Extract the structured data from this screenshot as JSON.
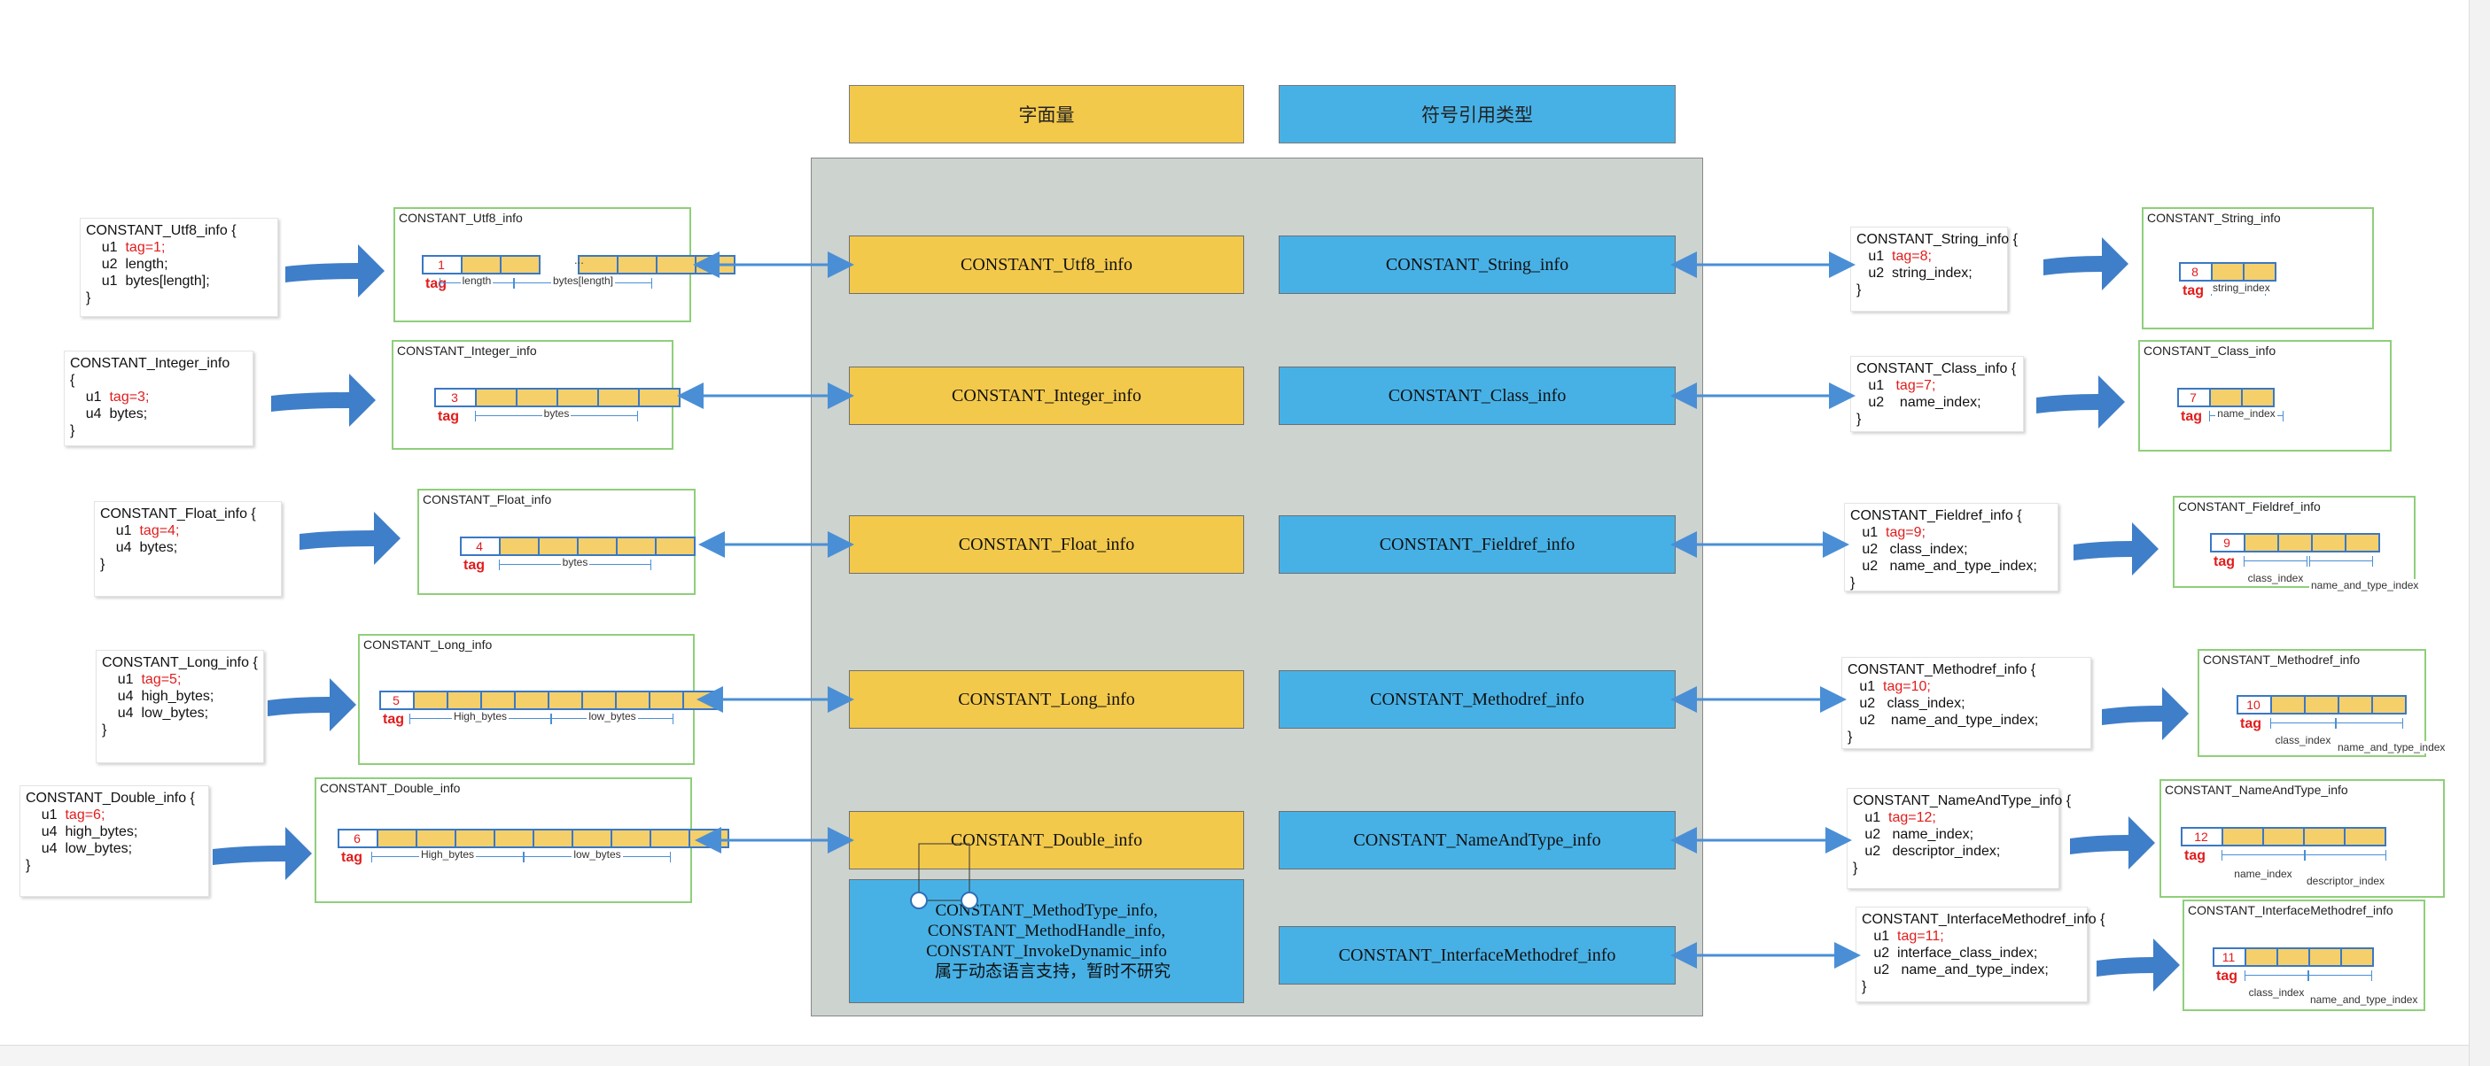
{
  "headers": {
    "literal": "字面量",
    "symbolic": "符号引用类型"
  },
  "center_left": [
    "CONSTANT_Utf8_info",
    "CONSTANT_Integer_info",
    "CONSTANT_Float_info",
    "CONSTANT_Long_info",
    "CONSTANT_Double_info"
  ],
  "center_left_multi": {
    "lines": [
      "CONSTANT_MethodType_info,",
      "CONSTANT_MethodHandle_info,",
      "CONSTANT_InvokeDynamic_info"
    ],
    "note": "属于动态语言支持，暂时不研究"
  },
  "center_right": [
    "CONSTANT_String_info",
    "CONSTANT_Class_info",
    "CONSTANT_Fieldref_info",
    "CONSTANT_Methodref_info",
    "CONSTANT_NameAndType_info",
    "CONSTANT_InterfaceMethodref_info"
  ],
  "colors": {
    "literal": "#f3c94c",
    "symbolic": "#47b1e6",
    "panel": "#cdd3ce",
    "tag_red": "#e21c1c",
    "arrow_blue": "#4a8fd6",
    "frame_green": "#8fcf7a"
  },
  "left_structs": [
    {
      "lines": [
        [
          "CONSTANT_Utf8_info {",
          ""
        ],
        [
          "    u1  ",
          "tag=1;"
        ],
        [
          "    u2  length;",
          ""
        ],
        [
          "    u1  bytes[length];",
          ""
        ],
        [
          "}",
          ""
        ]
      ]
    },
    {
      "lines": [
        [
          "CONSTANT_Integer_info",
          ""
        ],
        [
          "{",
          ""
        ],
        [
          "    u1  ",
          "tag=3;"
        ],
        [
          "    u4  bytes;",
          ""
        ],
        [
          "}",
          ""
        ]
      ]
    },
    {
      "lines": [
        [
          "CONSTANT_Float_info {",
          ""
        ],
        [
          "    u1  ",
          "tag=4;"
        ],
        [
          "    u4  bytes;",
          ""
        ],
        [
          "}",
          ""
        ]
      ]
    },
    {
      "lines": [
        [
          "CONSTANT_Long_info {",
          ""
        ],
        [
          "    u1  ",
          "tag=5;"
        ],
        [
          "    u4  high_bytes;",
          ""
        ],
        [
          "    u4  low_bytes;",
          ""
        ],
        [
          "}",
          ""
        ]
      ]
    },
    {
      "lines": [
        [
          "CONSTANT_Double_info {",
          ""
        ],
        [
          "    u1  ",
          "tag=6;"
        ],
        [
          "    u4  high_bytes;",
          ""
        ],
        [
          "    u4  low_bytes;",
          ""
        ],
        [
          "}",
          ""
        ]
      ]
    }
  ],
  "right_structs": [
    {
      "lines": [
        [
          "CONSTANT_String_info {",
          ""
        ],
        [
          "   u1  ",
          "tag=8;"
        ],
        [
          "   u2  string_index;",
          ""
        ],
        [
          "}",
          ""
        ]
      ]
    },
    {
      "lines": [
        [
          "CONSTANT_Class_info {",
          ""
        ],
        [
          "   u1   ",
          "tag=7;"
        ],
        [
          "   u2    name_index;",
          ""
        ],
        [
          "}",
          ""
        ]
      ]
    },
    {
      "lines": [
        [
          "CONSTANT_Fieldref_info {",
          ""
        ],
        [
          "   u1  ",
          "tag=9;"
        ],
        [
          "   u2   class_index;",
          ""
        ],
        [
          "   u2   name_and_type_index;",
          ""
        ],
        [
          "}",
          ""
        ]
      ]
    },
    {
      "lines": [
        [
          "CONSTANT_Methodref_info {",
          ""
        ],
        [
          "   u1  ",
          "tag=10;"
        ],
        [
          "   u2   class_index;",
          ""
        ],
        [
          "   u2    name_and_type_index;",
          ""
        ],
        [
          "}",
          ""
        ]
      ]
    },
    {
      "lines": [
        [
          "CONSTANT_NameAndType_info {",
          ""
        ],
        [
          "   u1  ",
          "tag=12;"
        ],
        [
          "   u2   name_index;",
          ""
        ],
        [
          "   u2   descriptor_index;",
          ""
        ],
        [
          "}",
          ""
        ]
      ]
    },
    {
      "lines": [
        [
          "CONSTANT_InterfaceMethodref_info {",
          ""
        ],
        [
          "   u1  ",
          "tag=11;"
        ],
        [
          "   u2  interface_class_index;",
          ""
        ],
        [
          "   u2   name_and_type_index;",
          ""
        ],
        [
          "}",
          ""
        ]
      ]
    }
  ],
  "left_layouts": [
    {
      "title": "CONSTANT_Utf8_info",
      "tag_value": "1",
      "tag_label": "tag",
      "dims": [
        "length",
        "bytes[length]"
      ],
      "ellipsis": [
        "...",
        "..."
      ]
    },
    {
      "title": "CONSTANT_Integer_info",
      "tag_value": "3",
      "tag_label": "tag",
      "dims": [
        "bytes"
      ]
    },
    {
      "title": "CONSTANT_Float_info",
      "tag_value": "4",
      "tag_label": "tag",
      "dims": [
        "bytes"
      ]
    },
    {
      "title": "CONSTANT_Long_info",
      "tag_value": "5",
      "tag_label": "tag",
      "dims": [
        "High_bytes",
        "low_bytes"
      ]
    },
    {
      "title": "CONSTANT_Double_info",
      "tag_value": "6",
      "tag_label": "tag",
      "dims": [
        "High_bytes",
        "low_bytes"
      ]
    }
  ],
  "right_layouts": [
    {
      "title": "CONSTANT_String_info",
      "tag_value": "8",
      "tag_label": "tag",
      "dims": [
        "string_index"
      ]
    },
    {
      "title": "CONSTANT_Class_info",
      "tag_value": "7",
      "tag_label": "tag",
      "dims": [
        "name_index"
      ]
    },
    {
      "title": "CONSTANT_Fieldref_info",
      "tag_value": "9",
      "tag_label": "tag",
      "dims": [
        "class_index",
        "name_and_type_index"
      ]
    },
    {
      "title": "CONSTANT_Methodref_info",
      "tag_value": "10",
      "tag_label": "tag",
      "dims": [
        "class_index",
        "name_and_type_index"
      ]
    },
    {
      "title": "CONSTANT_NameAndType_info",
      "tag_value": "12",
      "tag_label": "tag",
      "dims": [
        "name_index",
        "descriptor_index"
      ]
    },
    {
      "title": "CONSTANT_InterfaceMethodref_info",
      "tag_value": "11",
      "tag_label": "tag",
      "dims": [
        "class_index",
        "name_and_type_index"
      ]
    }
  ]
}
